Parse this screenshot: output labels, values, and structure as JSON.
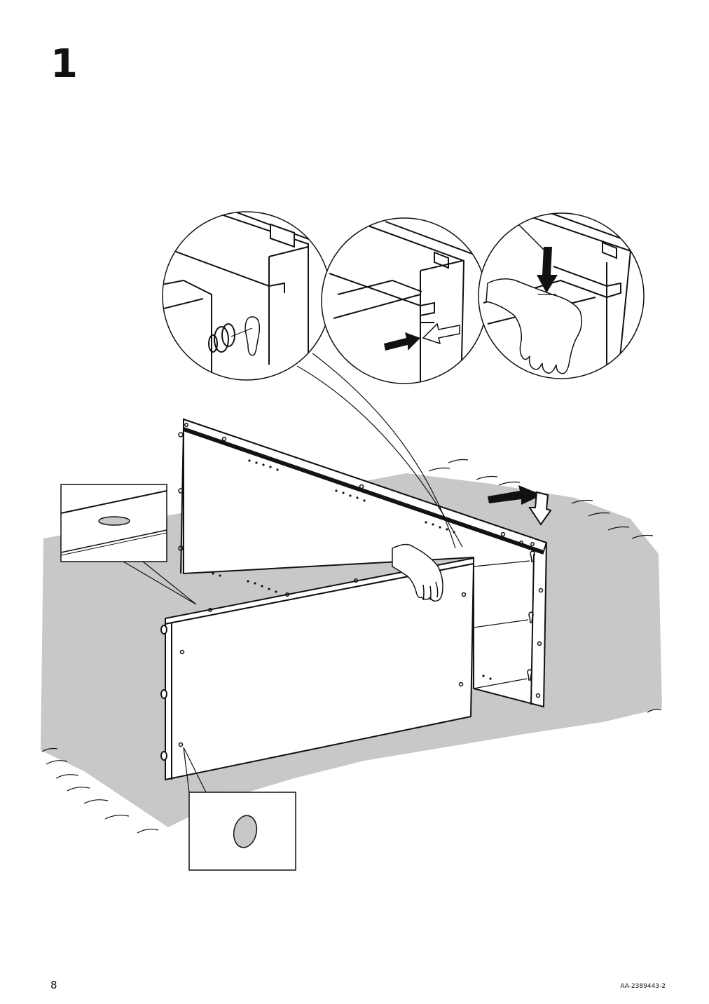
{
  "step": {
    "number": "1"
  },
  "footer": {
    "page_number": "8",
    "doc_code": "AA-2389443-2"
  },
  "colors": {
    "ink": "#111111",
    "floor": "#c8c8c8",
    "paper": "#ffffff"
  }
}
